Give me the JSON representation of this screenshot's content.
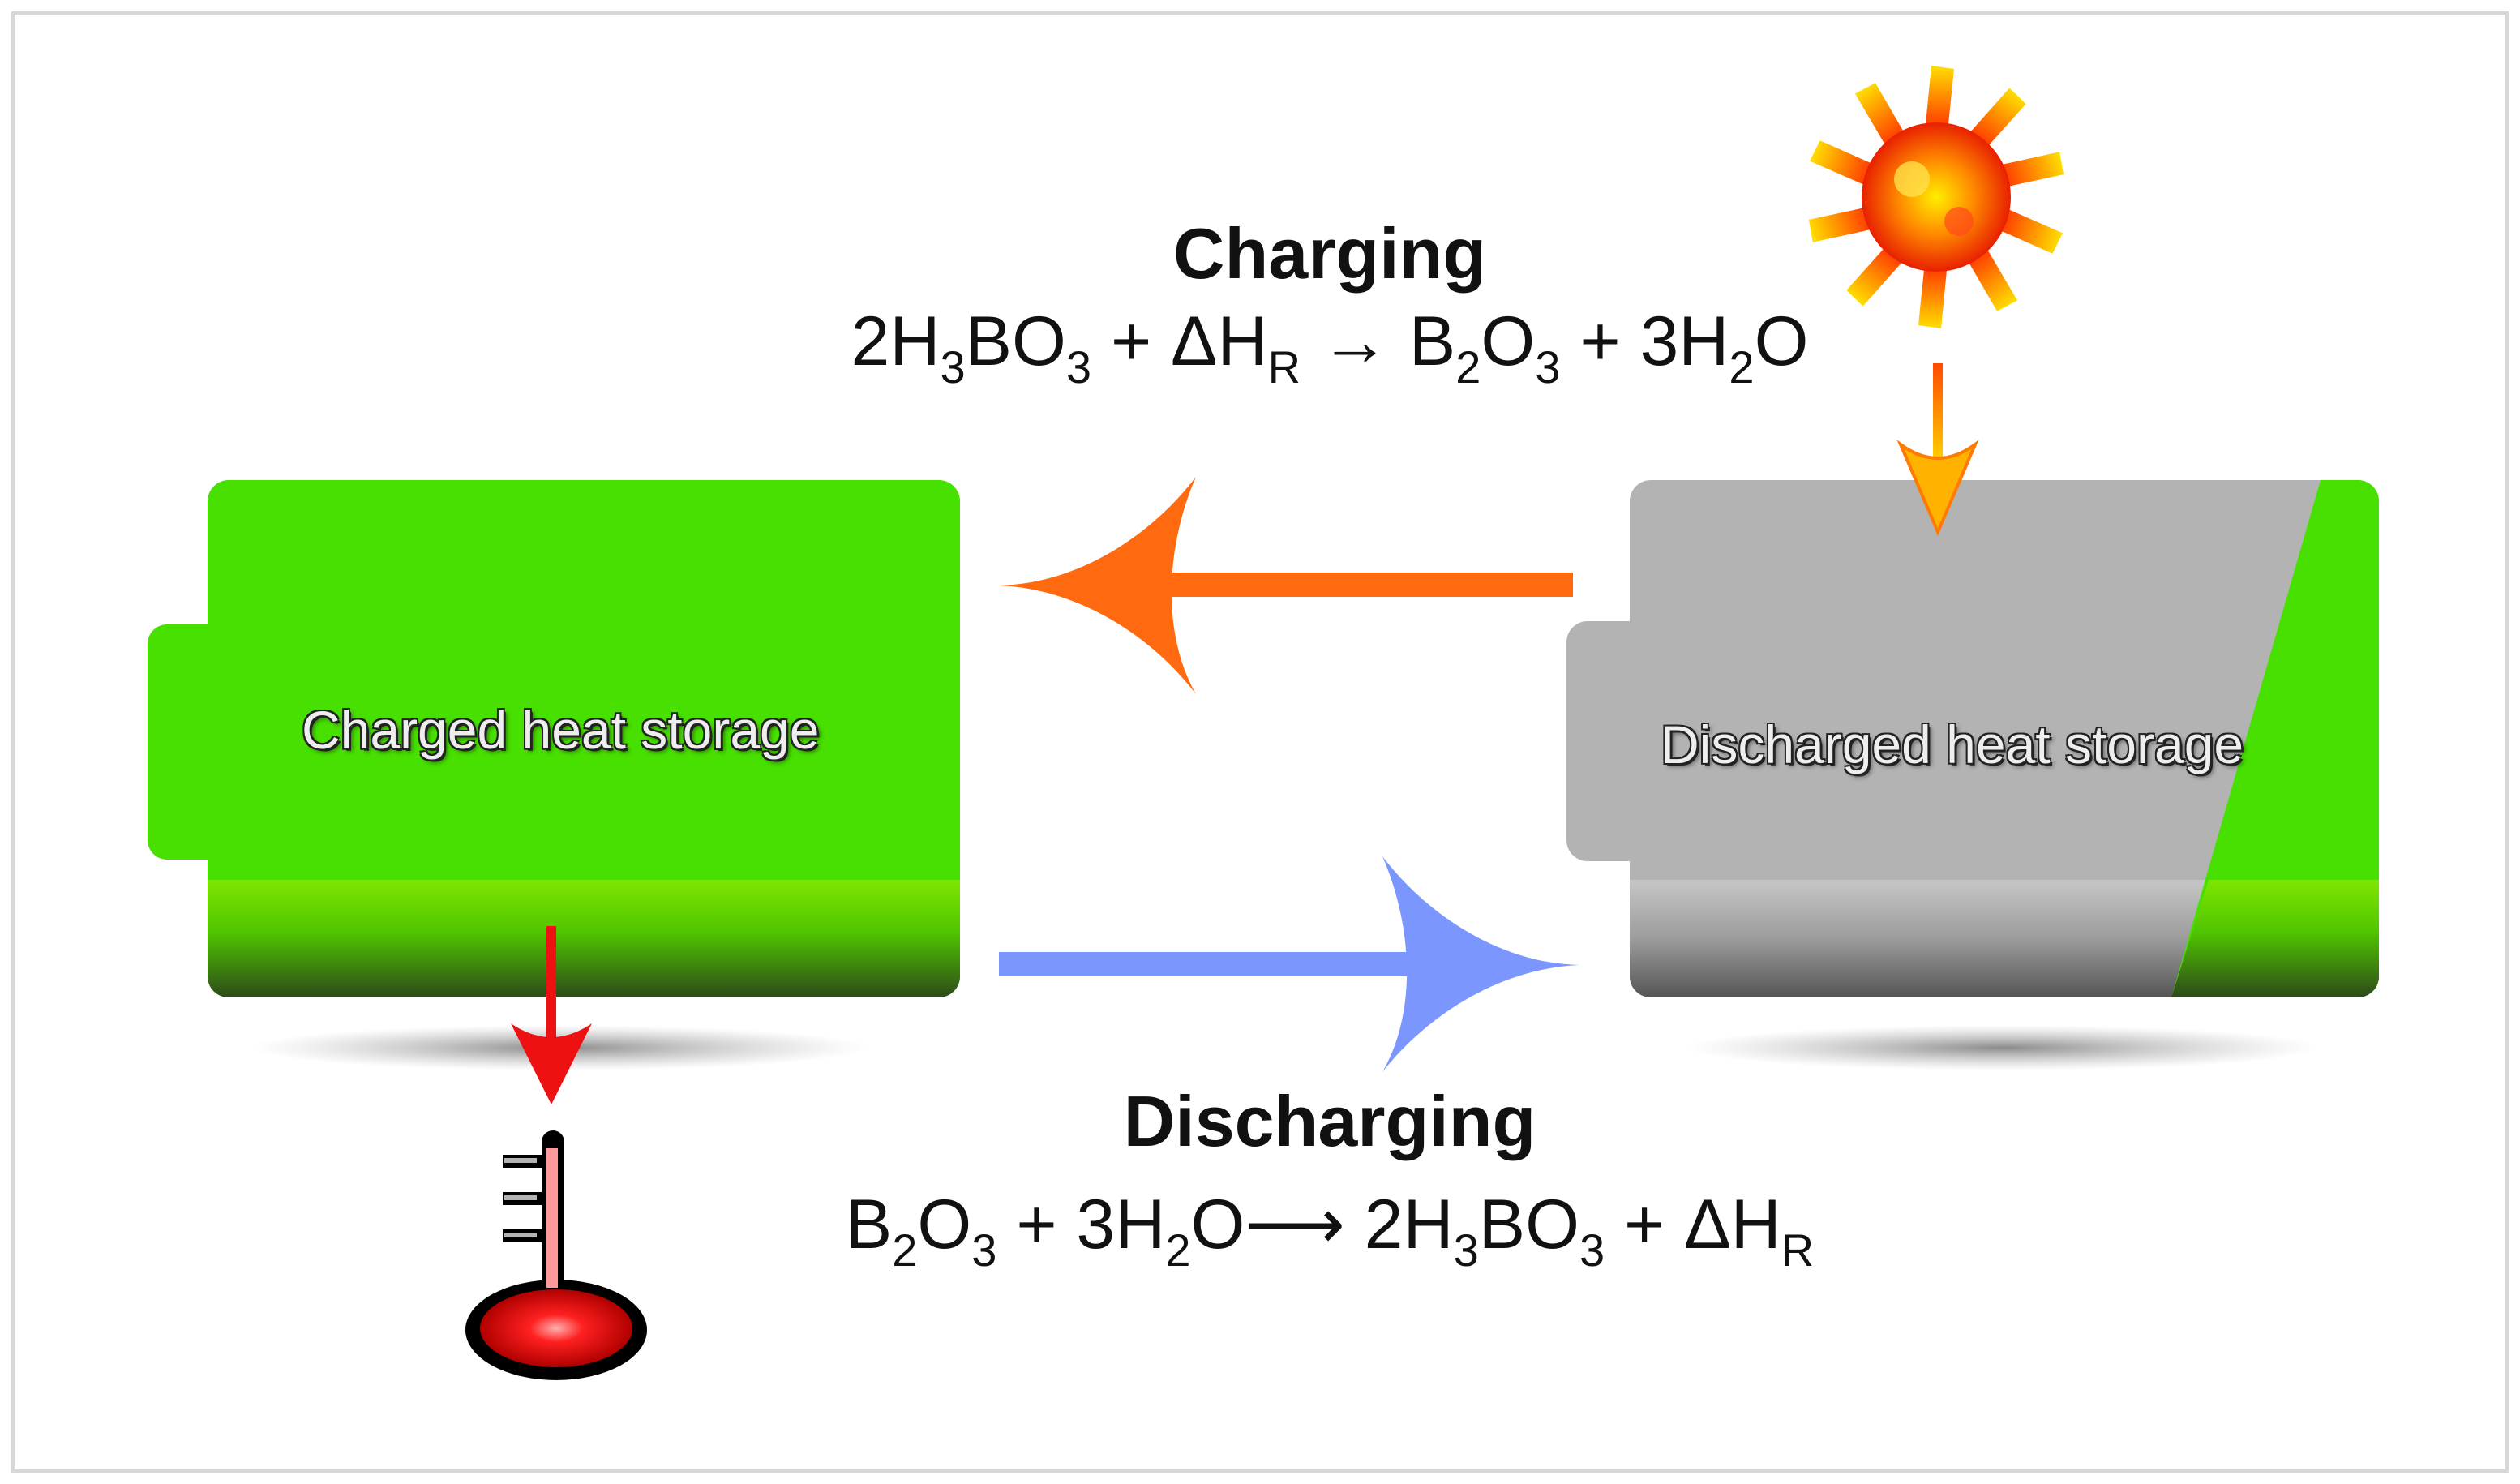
{
  "charging": {
    "title": "Charging",
    "equation": {
      "lhs": [
        {
          "t": "2H"
        },
        {
          "sub": "3"
        },
        {
          "t": "BO"
        },
        {
          "sub": "3"
        },
        {
          "t": " + ΔH"
        },
        {
          "sub": "R"
        }
      ],
      "arrow": " → ",
      "rhs": [
        {
          "t": "B"
        },
        {
          "sub": "2"
        },
        {
          "t": "O"
        },
        {
          "sub": "3"
        },
        {
          "t": " + 3H"
        },
        {
          "sub": "2"
        },
        {
          "t": "O"
        }
      ]
    }
  },
  "discharging": {
    "title": "Discharging",
    "equation": {
      "lhs": [
        {
          "t": "B"
        },
        {
          "sub": "2"
        },
        {
          "t": "O"
        },
        {
          "sub": "3"
        },
        {
          "t": " + 3H"
        },
        {
          "sub": "2"
        },
        {
          "t": "O"
        }
      ],
      "arrow": "⟶ ",
      "rhs": [
        {
          "t": "2H"
        },
        {
          "sub": "3"
        },
        {
          "t": "BO"
        },
        {
          "sub": "3"
        },
        {
          "t": " + ΔH"
        },
        {
          "sub": "R"
        }
      ]
    }
  },
  "charged_battery": {
    "label": "Charged heat storage",
    "color": "#48e000"
  },
  "discharged_battery": {
    "label": "Discharged heat storage",
    "color": "#b3b3b3",
    "charge_color": "#48e000"
  },
  "colors": {
    "charging_arrow": "#ff6a10",
    "discharging_arrow": "#7b96ff",
    "heat_out_arrow": "#ee1111",
    "sun_arrow": "#ff9900"
  },
  "icons": [
    "sun-icon",
    "thermometer-icon"
  ]
}
